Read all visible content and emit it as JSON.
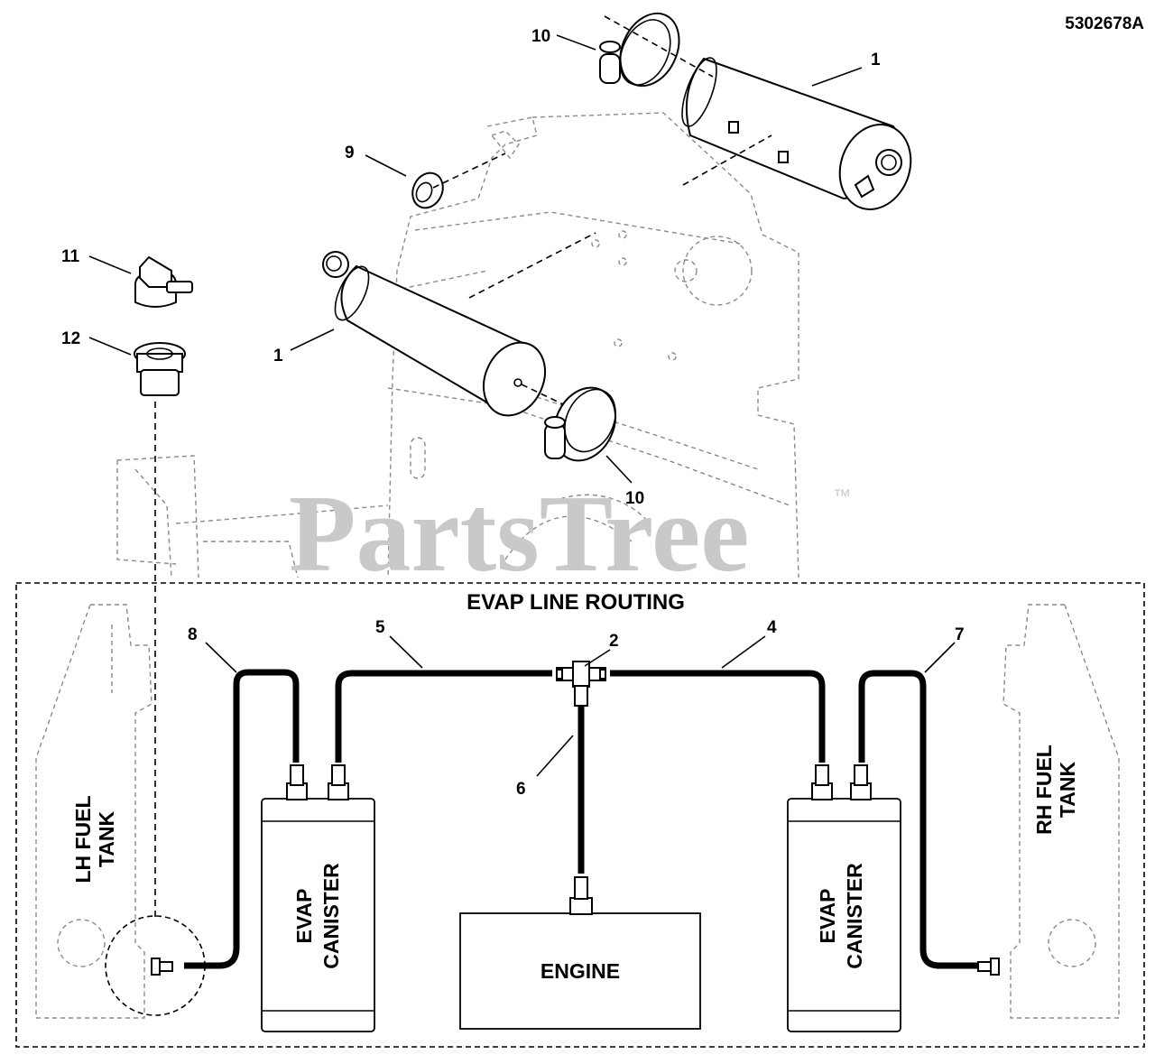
{
  "diagram_id": "5302678A",
  "watermark": {
    "text": "PartsTree",
    "trademark": "™"
  },
  "callouts": {
    "c1_top": "1",
    "c1_left": "1",
    "c2": "2",
    "c4": "4",
    "c5": "5",
    "c6": "6",
    "c7": "7",
    "c8": "8",
    "c9": "9",
    "c10_top": "10",
    "c10_bottom": "10",
    "c11": "11",
    "c12": "12"
  },
  "routing": {
    "title": "EVAP LINE ROUTING",
    "lh_tank": {
      "line1": "LH FUEL",
      "line2": "TANK"
    },
    "rh_tank": {
      "line1": "RH FUEL",
      "line2": "TANK"
    },
    "canister_left": {
      "line1": "EVAP",
      "line2": "CANISTER"
    },
    "canister_right": {
      "line1": "EVAP",
      "line2": "CANISTER"
    },
    "engine": "ENGINE"
  }
}
